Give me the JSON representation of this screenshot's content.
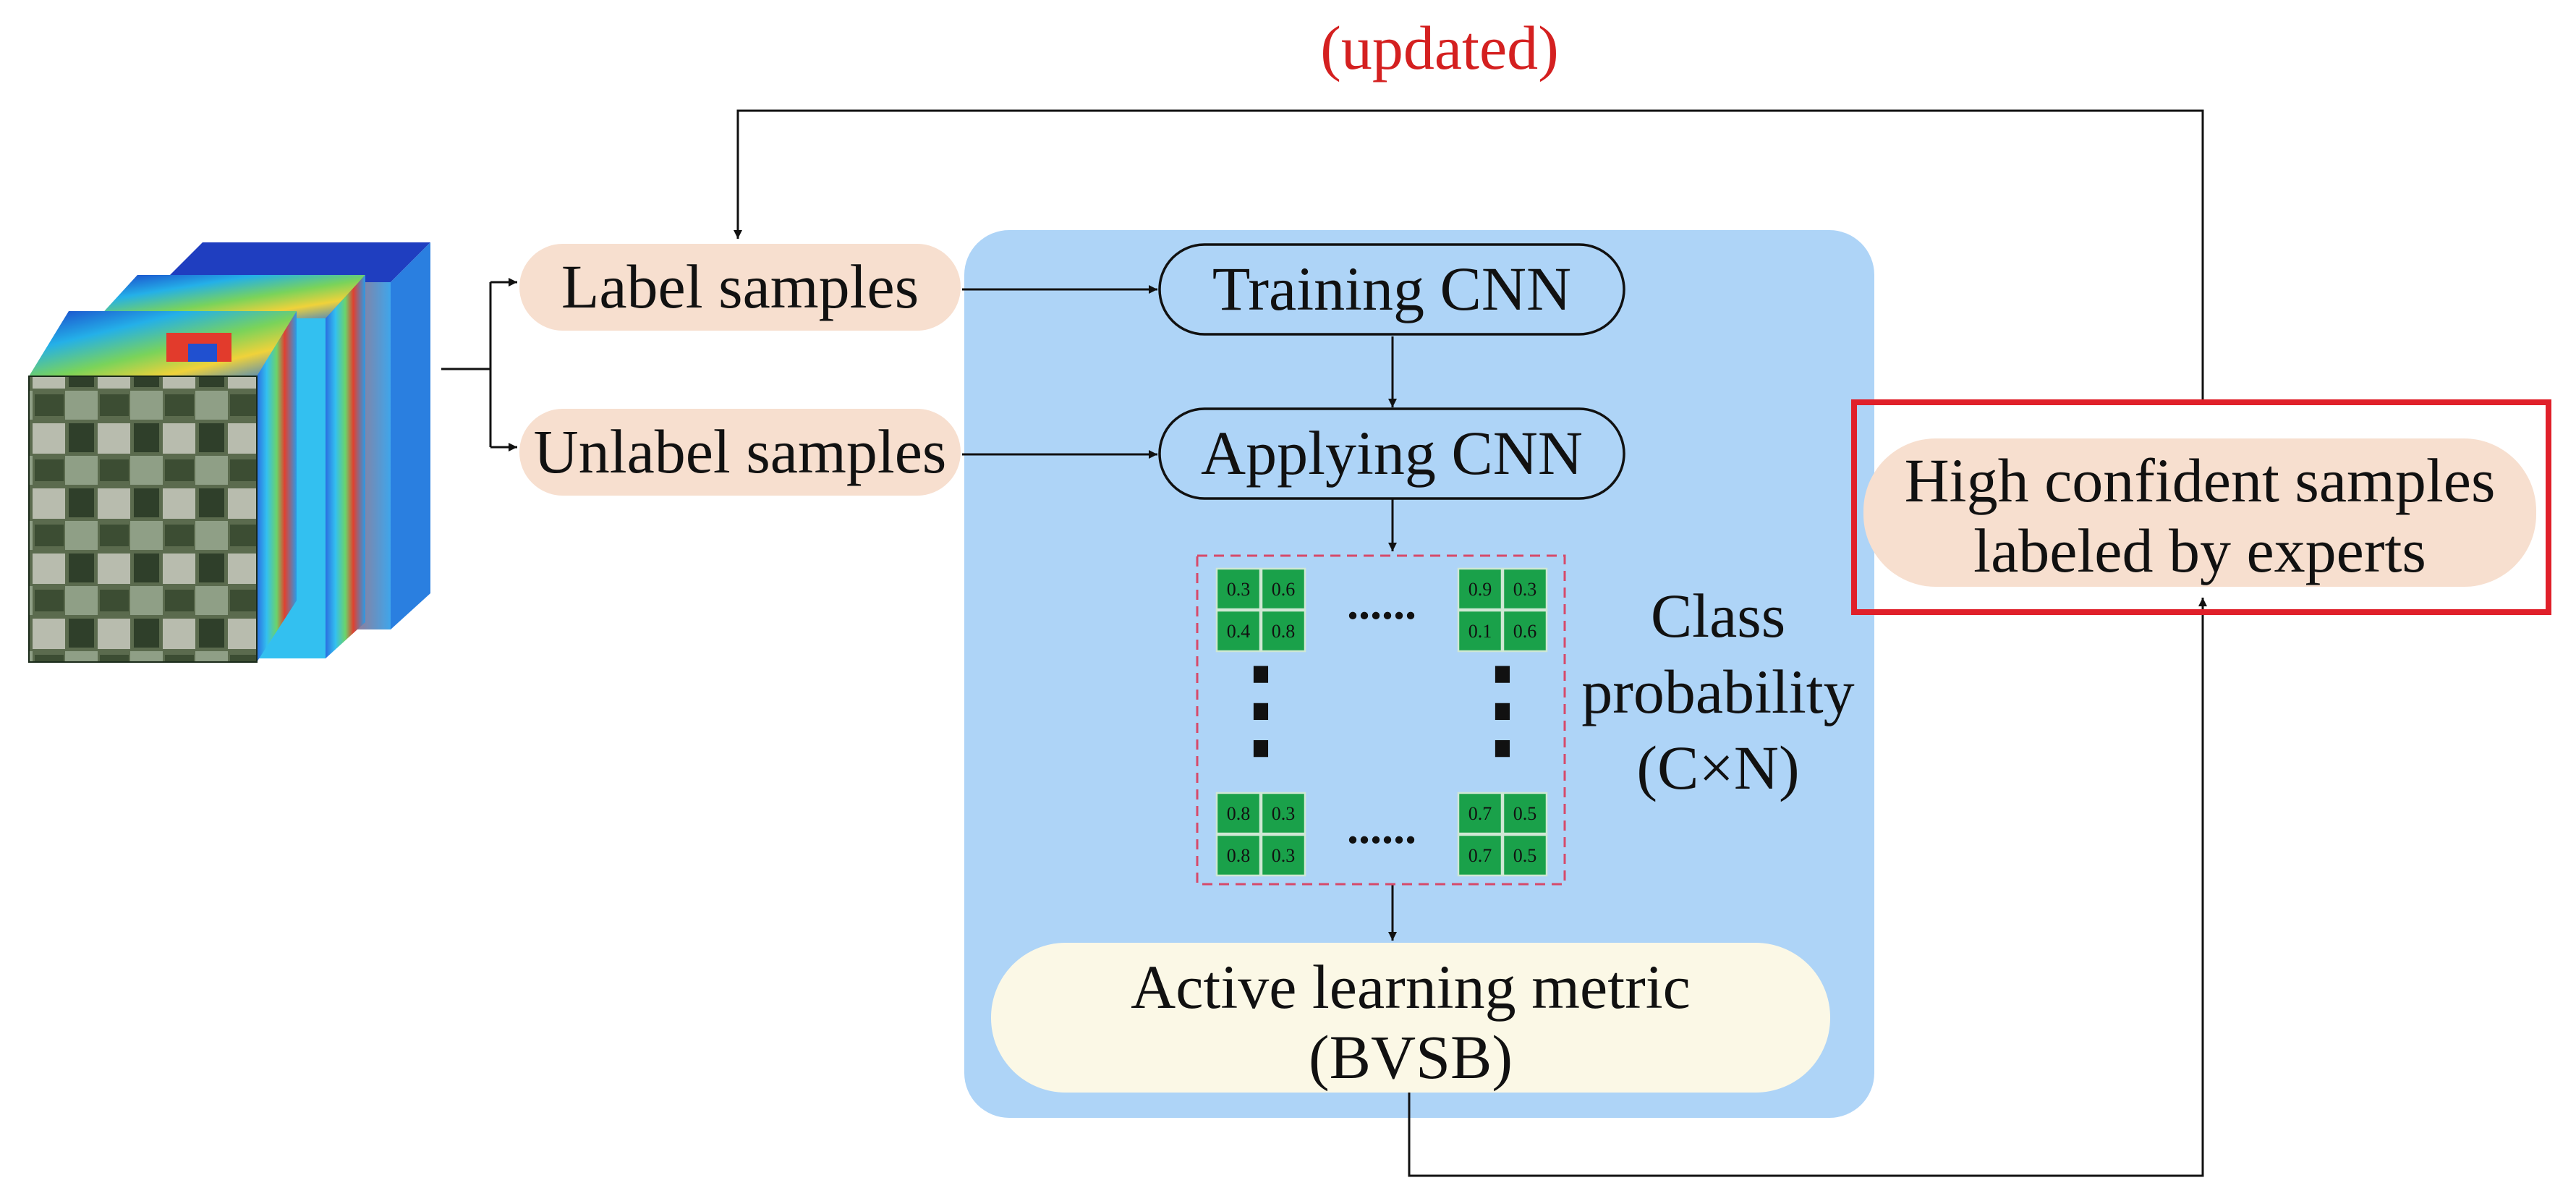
{
  "diagram": {
    "loop_label": "(updated)",
    "nodes": {
      "label_samples": "Label samples",
      "unlabel_samples": "Unlabel samples",
      "training_cnn": "Training CNN",
      "applying_cnn": "Applying CNN",
      "class_probability": [
        "Class",
        "probability",
        "(C×N)"
      ],
      "active_learning": [
        "Active learning metric",
        "(BVSB)"
      ],
      "high_confident": [
        "High confident samples",
        "labeled by experts"
      ]
    },
    "probability_matrix": {
      "top_left": [
        "0.3",
        "0.6",
        "0.4",
        "0.8"
      ],
      "top_right": [
        "0.9",
        "0.3",
        "0.1",
        "0.6"
      ],
      "bottom_left": [
        "0.8",
        "0.3",
        "0.8",
        "0.3"
      ],
      "bottom_right": [
        "0.7",
        "0.5",
        "0.7",
        "0.5"
      ],
      "ellipsis_h": "......",
      "ellipsis_v": "⋮"
    },
    "colors": {
      "panel": "#aed4f7",
      "pill_peach": "#f7dfcf",
      "pill_cream": "#fbf8e6",
      "cell_green": "#1aa14a",
      "dashed_box": "#d64a6a",
      "highlight": "#e0202a",
      "loop_label": "#d42020",
      "line": "#111111"
    }
  }
}
